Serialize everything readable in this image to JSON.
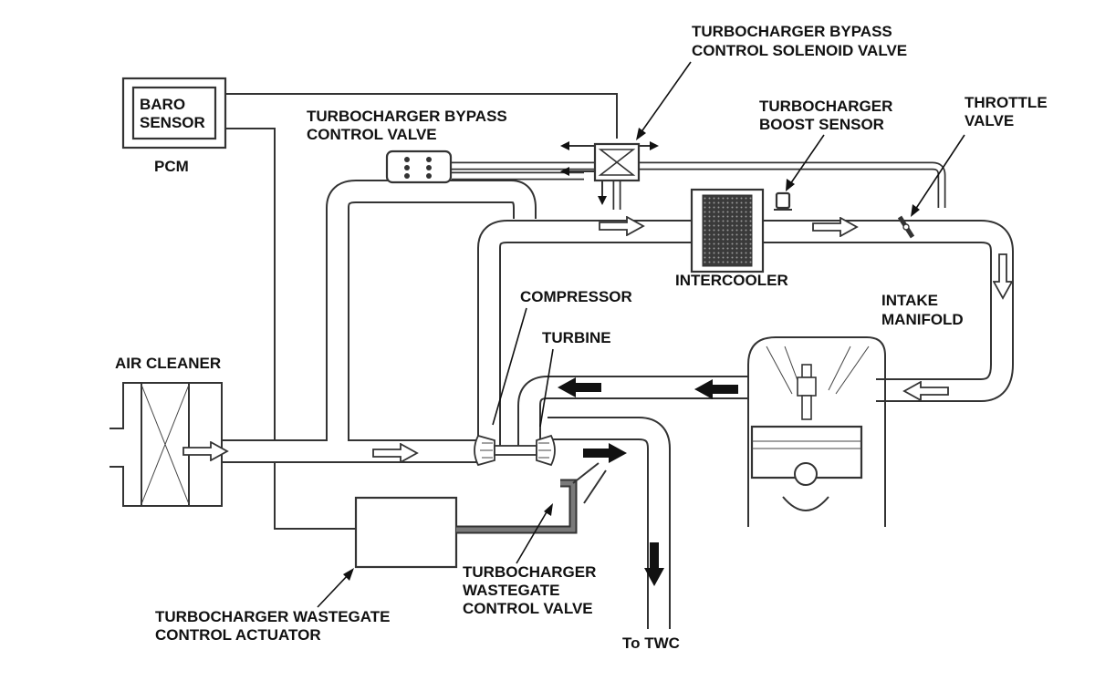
{
  "diagram": {
    "labels": {
      "baro_sensor_line1": "BARO",
      "baro_sensor_line2": "SENSOR",
      "pcm": "PCM",
      "bypass_valve_line1": "TURBOCHARGER BYPASS",
      "bypass_valve_line2": "CONTROL VALVE",
      "bypass_solenoid_line1": "TURBOCHARGER BYPASS",
      "bypass_solenoid_line2": "CONTROL SOLENOID VALVE",
      "boost_sensor_line1": "TURBOCHARGER",
      "boost_sensor_line2": "BOOST SENSOR",
      "throttle_line1": "THROTTLE",
      "throttle_line2": "VALVE",
      "intercooler": "INTERCOOLER",
      "intake_line1": "INTAKE",
      "intake_line2": "MANIFOLD",
      "compressor": "COMPRESSOR",
      "turbine": "TURBINE",
      "air_cleaner": "AIR CLEANER",
      "wastegate_actuator_line1": "TURBOCHARGER WASTEGATE",
      "wastegate_actuator_line2": "CONTROL ACTUATOR",
      "wastegate_valve_line1": "TURBOCHARGER",
      "wastegate_valve_line2": "WASTEGATE",
      "wastegate_valve_line3": "CONTROL VALVE",
      "to_twc": "To TWC"
    },
    "colors": {
      "line": "#333333",
      "background": "#ffffff",
      "intercooler_core": "#3a3a3a",
      "wastegate_tube": "#7a7a7a",
      "exhaust_arrow": "#111111"
    },
    "icons": {
      "intake_flow": "hollow-arrow-icon",
      "exhaust_flow": "solid-arrow-icon",
      "solenoid": "solenoid-valve-icon",
      "throttle": "butterfly-valve-icon",
      "spark_plug": "spark-plug-icon"
    }
  }
}
